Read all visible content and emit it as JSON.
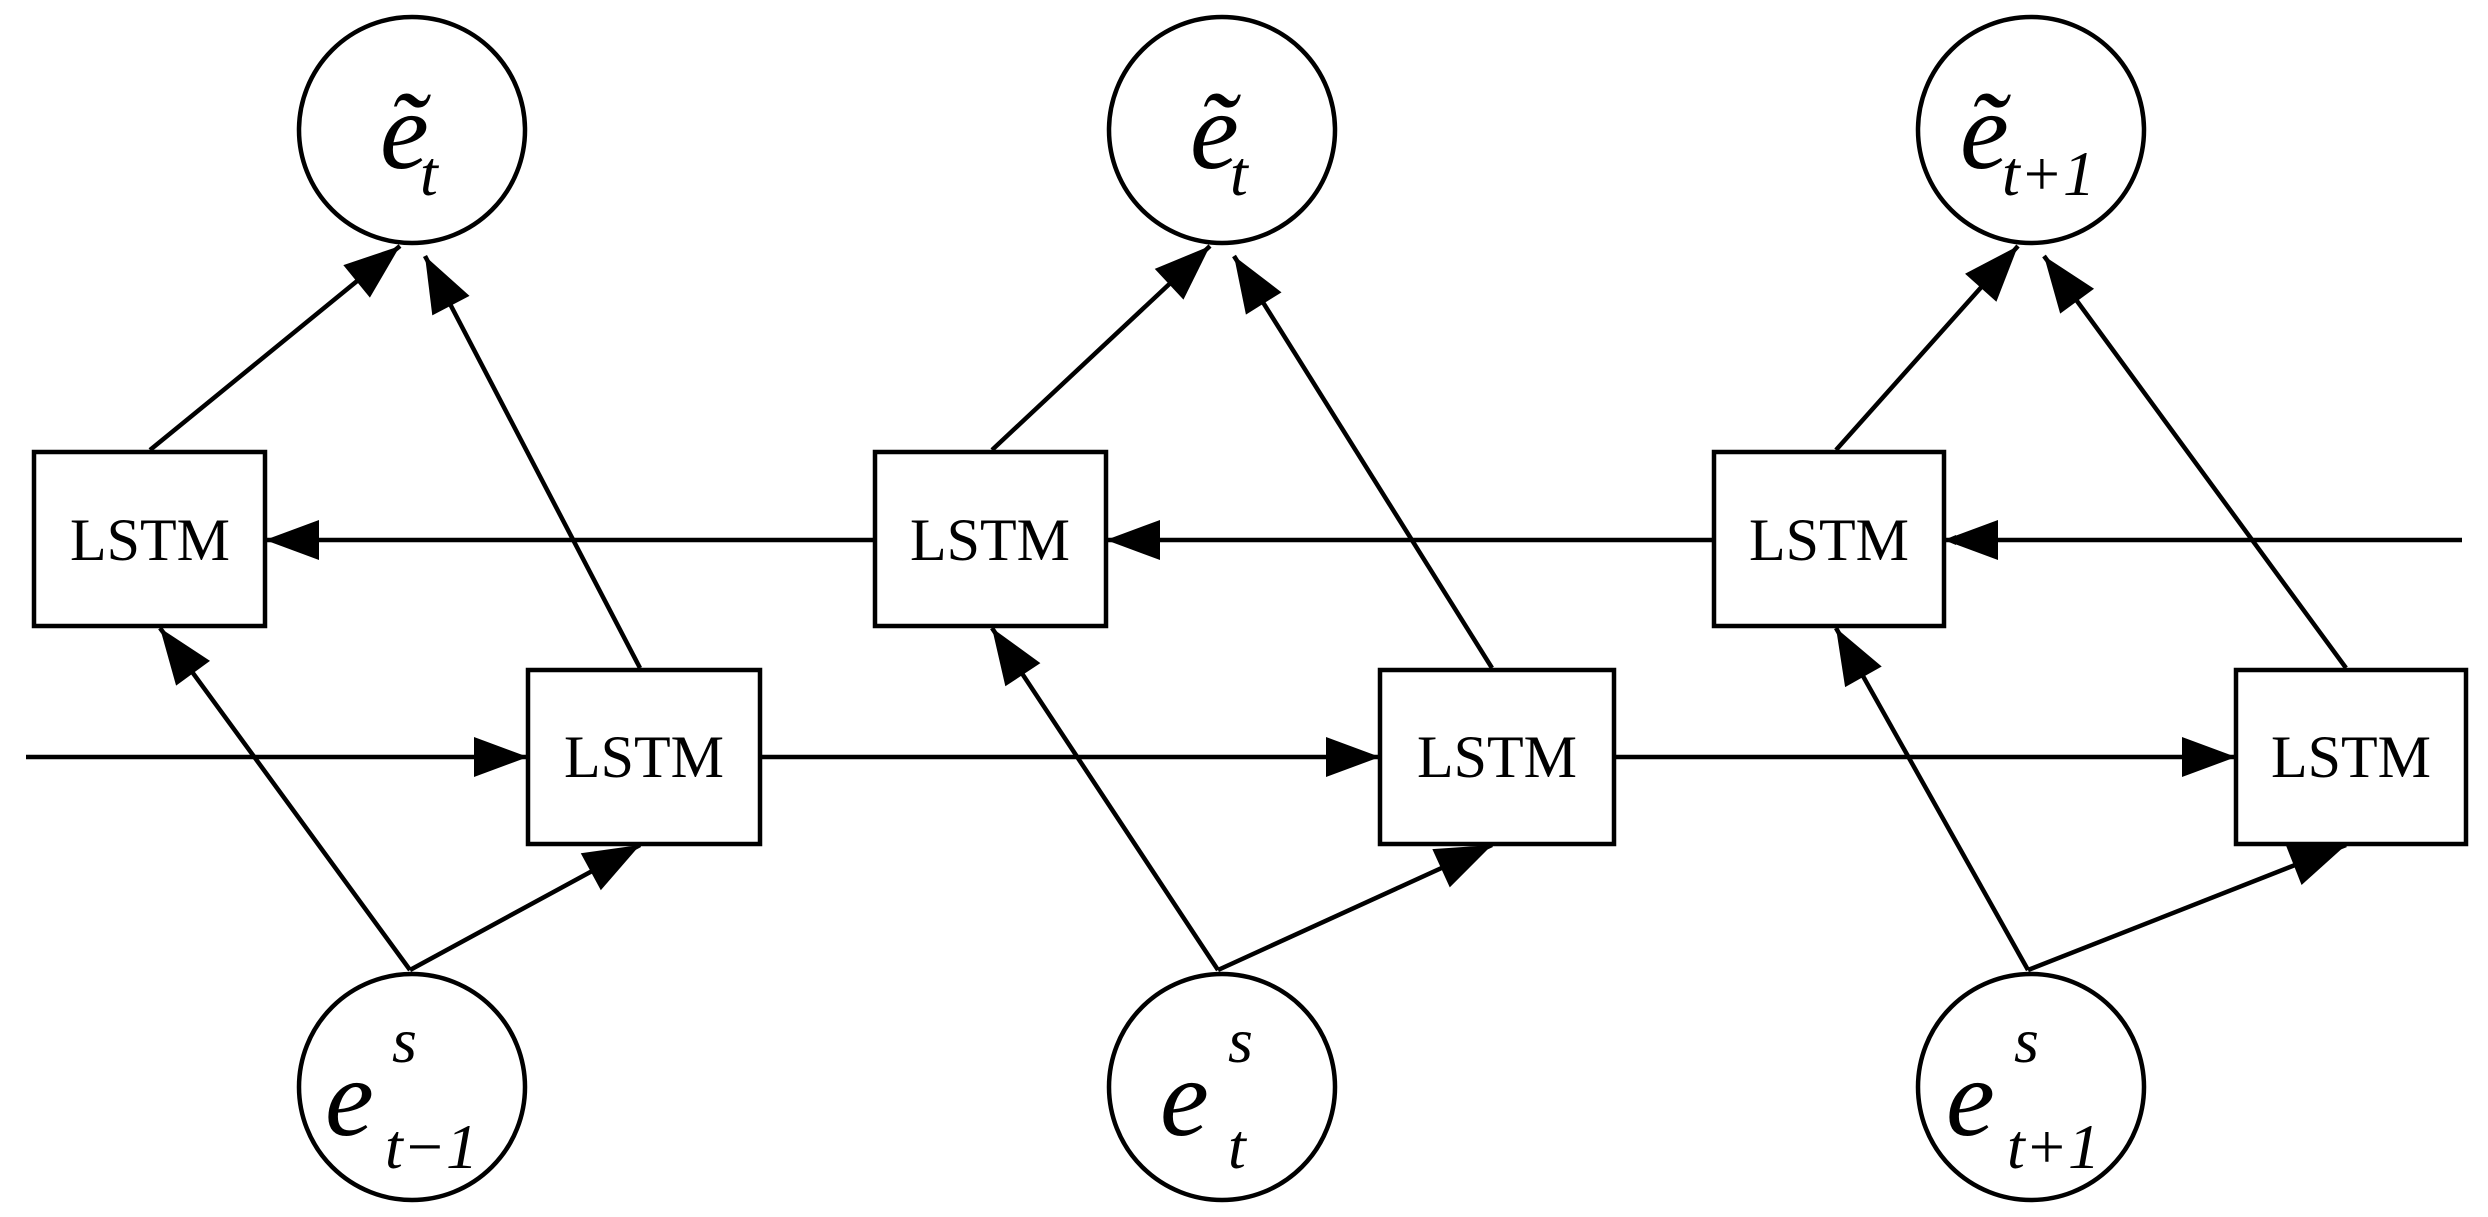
{
  "diagram": {
    "cell_label": "LSTM",
    "outputs": [
      {
        "base": "ẽ",
        "sub": "t"
      },
      {
        "base": "ẽ",
        "sub": "t"
      },
      {
        "base": "ẽ",
        "sub": "t+1"
      }
    ],
    "inputs": [
      {
        "base": "e",
        "sup": "s",
        "sub": "t−1"
      },
      {
        "base": "e",
        "sup": "s",
        "sub": "t"
      },
      {
        "base": "e",
        "sup": "s",
        "sub": "t+1"
      }
    ]
  }
}
